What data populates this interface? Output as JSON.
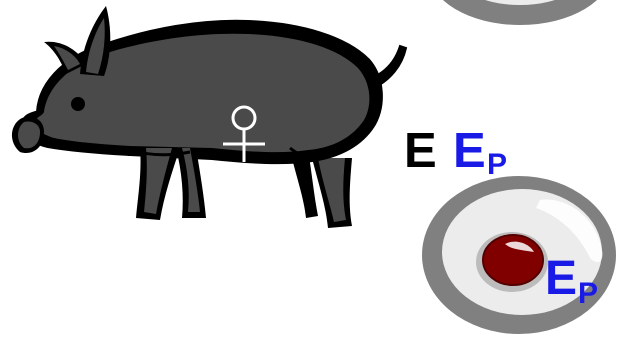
{
  "colors": {
    "pig_body": "#4a4a4a",
    "pig_outline": "#000000",
    "egg_shell": "#808080",
    "egg_white": "#ececec",
    "egg_yolk": "#800000",
    "label_black": "#000000",
    "label_blue": "#1a1ae6"
  },
  "icons": {
    "pig": "pig-icon",
    "female_symbol": "female-symbol-icon",
    "egg": "egg-icon"
  },
  "labels": {
    "e": "E",
    "ep_main": "E",
    "ep_main_sub": "P",
    "ep_egg": "E",
    "ep_egg_sub": "P"
  }
}
